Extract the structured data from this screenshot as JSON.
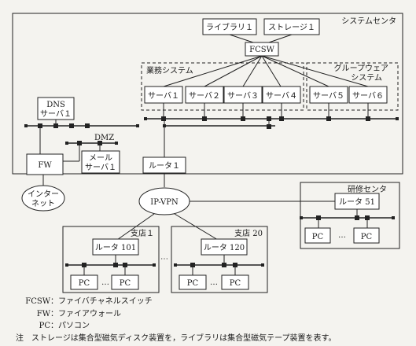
{
  "labels": {
    "system_center": "システムセンタ",
    "library": "ライブラリ１",
    "storage": "ストレージ１",
    "fcsw": "FCSW",
    "business_system": "業務システム",
    "groupware_line1": "グループウェア",
    "groupware_line2": "システム",
    "server1": "サーバ１",
    "server2": "サーバ２",
    "server3": "サーバ３",
    "server4": "サーバ４",
    "server5": "サーバ５",
    "server6": "サーバ６",
    "dns_line1": "DNS",
    "dns_line2": "サーバ１",
    "dmz": "DMZ",
    "fw": "FW",
    "mail_line1": "メール",
    "mail_line2": "サーバ１",
    "router1": "ルータ１",
    "internet_line1": "インター",
    "internet_line2": "ネット",
    "ipvpn": "IP-VPN",
    "training_center": "研修センタ",
    "router51": "ルータ 51",
    "branch1": "支店１",
    "router101": "ルータ 101",
    "branch20": "支店 20",
    "router120": "ルータ 120",
    "pc": "PC",
    "ellipsis": "…",
    "vdots": "⋯"
  },
  "legend": [
    {
      "key": "FCSW",
      "sep": "：",
      "text": "ファイバチャネルスイッチ"
    },
    {
      "key": "FW",
      "sep": "：",
      "text": "ファイアウォール"
    },
    {
      "key": "PC",
      "sep": "：",
      "text": "パソコン"
    }
  ],
  "note": {
    "key": "注",
    "text": "ストレージは集合型磁気ディスク装置を，ライブラリは集合型磁気テープ装置を表す。"
  }
}
